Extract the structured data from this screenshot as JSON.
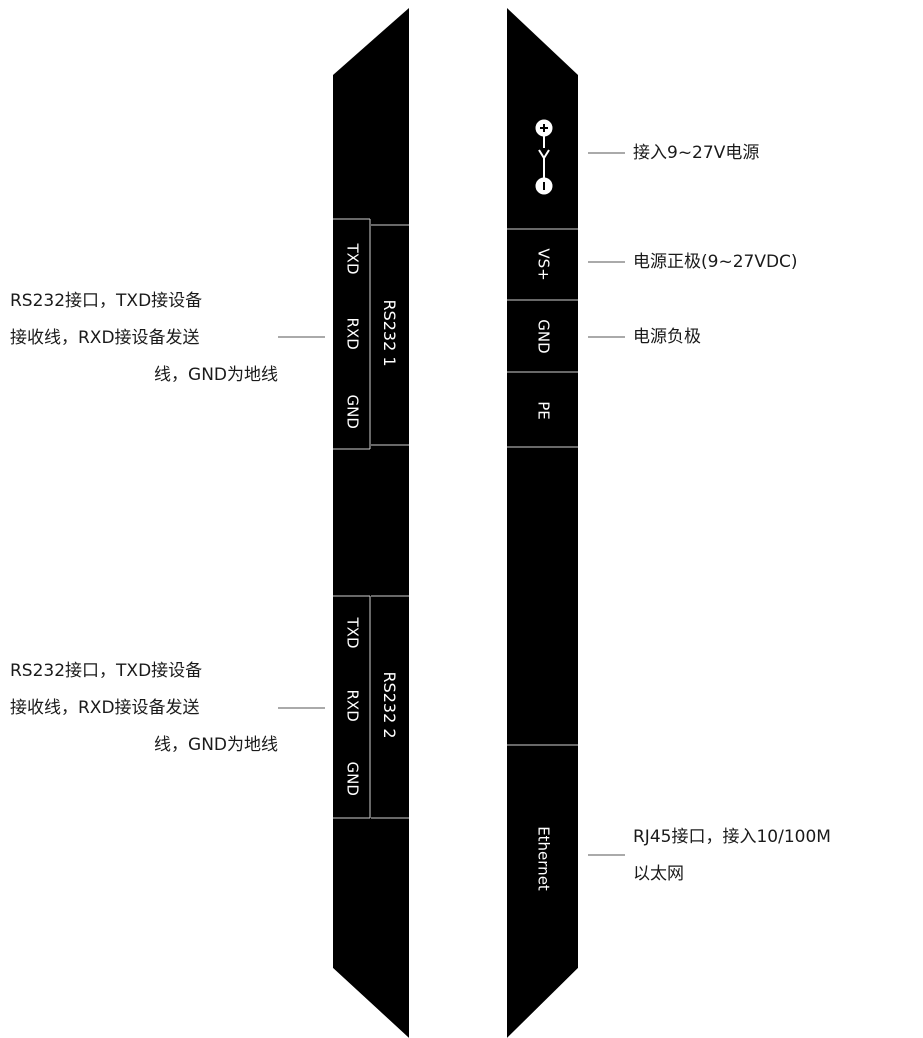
{
  "left_strip": {
    "group1": {
      "title": "RS232 1",
      "pins": [
        "TXD",
        "RXD",
        "GND"
      ]
    },
    "group2": {
      "title": "RS232 2",
      "pins": [
        "TXD",
        "RXD",
        "GND"
      ]
    }
  },
  "right_strip": {
    "terminals": {
      "vs": "VS+",
      "gnd": "GND",
      "pe": "PE",
      "ethernet": "Ethernet"
    },
    "power_symbol": "power-polarity-icon"
  },
  "callouts": {
    "power_input": "接入9~27V电源",
    "vs_plus": "电源正极(9~27VDC)",
    "gnd": "电源负极",
    "ethernet": {
      "line1": "RJ45接口，接入10/100M",
      "line2": "以太网"
    },
    "rs232_1": {
      "line1": "RS232接口，TXD接设备",
      "line2": "接收线，RXD接设备发送",
      "line3": "线，GND为地线"
    },
    "rs232_2": {
      "line1": "RS232接口，TXD接设备",
      "line2": "接收线，RXD接设备发送",
      "line3": "线，GND为地线"
    }
  }
}
